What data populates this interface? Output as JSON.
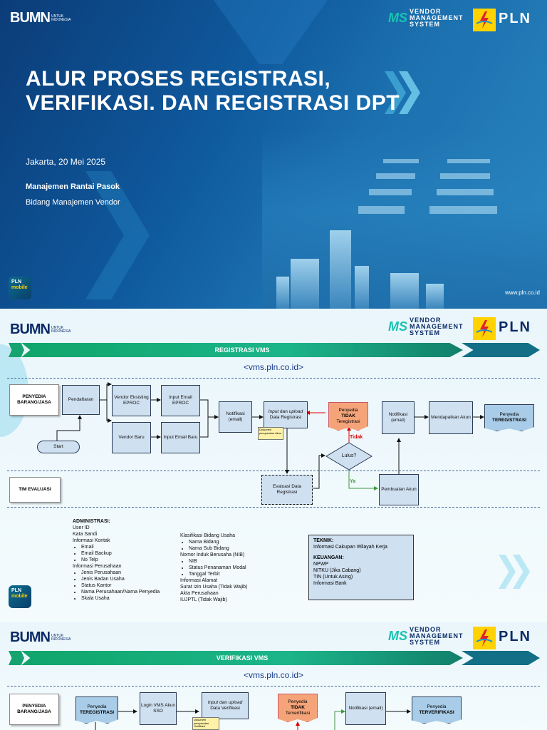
{
  "slide1": {
    "bumn_logo": "BUMN",
    "bumn_sub": "UNTUK INDONESIA",
    "vms_logo_ms": "MS",
    "vms_logo_lines": [
      "VENDOR",
      "MANAGEMENT",
      "SYSTEM"
    ],
    "pln_logo": "PLN",
    "title_line1": "ALUR PROSES REGISTRASI,",
    "title_line2": "VERIFIKASI. DAN REGISTRASI DPT",
    "date": "Jakarta, 20 Mei 2025",
    "department": "Manajemen Rantai Pasok",
    "division": "Bidang Manajemen Vendor",
    "pln_mobile": [
      "PLN",
      "mobile"
    ],
    "url": "www.pln.co.id"
  },
  "slide2": {
    "banner": "REGISTRASI VMS",
    "link": "<vms.pln.co.id>",
    "lanes": {
      "penyedia": "PENYEDIA BARANG/JASA",
      "tim": "TIM EVALUASI"
    },
    "nodes": {
      "pendaftaran": "Pendaftaran",
      "vendor_eksisting": "Vendor Eksisting EPROC",
      "input_email_eproc": "Input Email EPROC",
      "vendor_baru": "Vendor Baru",
      "input_email_baru": "Input Email Baru",
      "start": "Start",
      "notifikasi1": "Notifikasi (email)",
      "input_upload_pre": "Input",
      "input_upload_mid": " dan ",
      "input_upload_em": "upload",
      "input_upload_rest": "Data Registrasi",
      "dok_note": "Dokumen persyaratan Akun",
      "penyedia_tidak_pre": "Penyedia",
      "penyedia_tidak_bold": "TIDAK",
      "penyedia_tidak_post": "Teregistrasi",
      "tidak_label": "Tidak",
      "lulus": "Lulus?",
      "ya_label": "Ya",
      "evaluasi": "Evaluasi Data Registrasi",
      "notifikasi2": "Notifikasi (email)",
      "mendapatkan": "Mendapatkan Akun",
      "pembuatan": "Pembuatan Akun",
      "penyedia_teregistrasi_pre": "Penyedia",
      "penyedia_teregistrasi_bold": "TEREGISTRASI"
    },
    "admin": {
      "heading": "ADMINISTRASI:",
      "col1": [
        {
          "t": "User ID",
          "b": false
        },
        {
          "t": "Kata Sandi",
          "b": false
        },
        {
          "t": "Informasi Kontak",
          "b": false
        },
        {
          "t": "Email",
          "b": true
        },
        {
          "t": "Email Backup",
          "b": true
        },
        {
          "t": "No Telp",
          "b": true
        },
        {
          "t": "Informasi Perusahaan",
          "b": false
        },
        {
          "t": "Jenis Perusahaan",
          "b": true
        },
        {
          "t": "Jenis Badan Usaha",
          "b": true
        },
        {
          "t": "Status Kantor",
          "b": true
        },
        {
          "t": "Nama Perusahaan/Nama Penyedia",
          "b": true
        },
        {
          "t": "Skala Usaha",
          "b": true
        }
      ],
      "col2": [
        {
          "t": "Klasifikasi Bidang Usaha",
          "b": false
        },
        {
          "t": "Nama Bidang",
          "b": true
        },
        {
          "t": "Nama Sub Bidang",
          "b": true
        },
        {
          "t": "Nomor Induk Berusaha (NIB)",
          "b": false
        },
        {
          "t": "NIB",
          "b": true
        },
        {
          "t": "Status Penanaman Modal",
          "b": true
        },
        {
          "t": "Tanggal Terbit",
          "b": true
        },
        {
          "t": "Informasi Alamat",
          "b": false
        },
        {
          "t": "Surat Izin Usaha (Tidak Wajib)",
          "b": false
        },
        {
          "t": "Akta Perusahaan",
          "b": false
        },
        {
          "t": "IUJPTL (Tidak Wajib)",
          "b": false
        }
      ]
    },
    "teknik": {
      "heading": "TEKNIK:",
      "items": [
        "Informasi Cakupan Wilayah Kerja"
      ],
      "heading2": "KEUANGAN:",
      "items2": [
        "NPWP",
        "NITKU (Jika Cabang)",
        "TIN (Untuk Asing)",
        "Informasi Bank"
      ]
    }
  },
  "slide3": {
    "banner": "VERIFIKASI VMS",
    "link": "<vms.pln.co.id>",
    "lane": "PENYEDIA BARANG/JASA",
    "nodes": {
      "penyedia_teregistrasi_pre": "Penyedia",
      "penyedia_teregistrasi_bold": "TEREGISTRASI",
      "login": "Login VMS Akun SSO",
      "input_pre": "Input",
      "input_mid": " dan ",
      "input_em": "upload",
      "input_rest": "Data Verifikasi",
      "dok_note": "Dokumen persyaratan Verifikasi",
      "tidak_pre": "Penyedia",
      "tidak_bold": "TIDAK",
      "tidak_post": "Terverifikasi",
      "notifikasi": "Notifikasi (email)",
      "terverifikasi_pre": "Penyedia",
      "terverifikasi_bold": "TERVERIFIKASI"
    }
  },
  "colors": {
    "navy": "#0b3c78",
    "green_banner": "#16a36f",
    "box_blue": "#cfe0f1",
    "orange": "#f5a47a",
    "teal": "#19c3b2",
    "pln_yellow": "#ffd200"
  }
}
